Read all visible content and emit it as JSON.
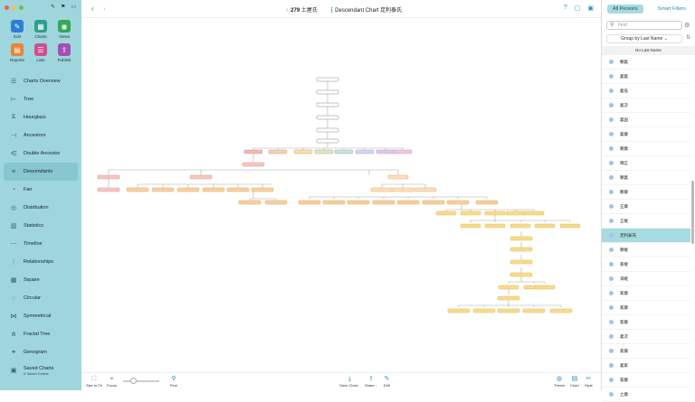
{
  "window": {
    "title": "Descendant Chart 足利泰氏"
  },
  "toolbar": {
    "back": "‹",
    "forward": "›",
    "person_count": "279",
    "person_name": "土屋氏",
    "chart_title": "Descendant Chart 足利泰氏"
  },
  "sidebar": {
    "tools": [
      {
        "label": "Edit",
        "color": "#2c7fd6",
        "icon": "pencil-icon"
      },
      {
        "label": "Charts",
        "color": "#2f9e8f",
        "icon": "charts-icon"
      },
      {
        "label": "Views",
        "color": "#34a853",
        "icon": "eye-icon"
      },
      {
        "label": "Reports",
        "color": "#e8843a",
        "icon": "reports-icon"
      },
      {
        "label": "Lists",
        "color": "#d04f8f",
        "icon": "lists-icon"
      },
      {
        "label": "Publish",
        "color": "#a04fb6",
        "icon": "publish-icon"
      }
    ],
    "items": [
      {
        "label": "Charts Overview",
        "icon": "overview-icon"
      },
      {
        "label": "Tree",
        "icon": "tree-icon"
      },
      {
        "label": "Hourglass",
        "icon": "hourglass-icon"
      },
      {
        "label": "Ancestors",
        "icon": "ancestors-icon"
      },
      {
        "label": "Double Ancestor",
        "icon": "double-ancestor-icon"
      },
      {
        "label": "Descendants",
        "icon": "descendants-icon",
        "active": true
      },
      {
        "label": "Fan",
        "icon": "fan-icon"
      },
      {
        "label": "Distribution",
        "icon": "distribution-icon"
      },
      {
        "label": "Statistics",
        "icon": "statistics-icon"
      },
      {
        "label": "Timeline",
        "icon": "timeline-icon"
      },
      {
        "label": "Relationships",
        "icon": "relationships-icon"
      },
      {
        "label": "Square",
        "icon": "square-icon"
      },
      {
        "label": "Circular",
        "icon": "circular-icon"
      },
      {
        "label": "Symmetrical",
        "icon": "symmetrical-icon"
      },
      {
        "label": "Fractal Tree",
        "icon": "fractal-tree-icon"
      },
      {
        "label": "Genogram",
        "icon": "genogram-icon"
      },
      {
        "label": "Saved Charts",
        "icon": "saved-charts-icon",
        "sub": "0 Saved Charts"
      }
    ]
  },
  "bottombar": {
    "size_to_fit": "Size to Fit",
    "focus": "Focus",
    "find": "Find",
    "save_chart": "Save Chart...",
    "share": "Share...",
    "edit": "Edit",
    "theme": "Theme",
    "chart": "Chart",
    "style": "Style"
  },
  "right_panel": {
    "tabs": {
      "all_persons": "All Persons",
      "smart_filters": "Smart Filters"
    },
    "find_placeholder": "Find",
    "group_by": "Group by Last Name ⌄",
    "section_header": "No Last Name",
    "persons": [
      "頼義",
      "義義",
      "義低",
      "義次",
      "義国",
      "義康",
      "頼康",
      "輝正",
      "頼義",
      "頼康",
      "正康",
      "正継",
      "足利泰氏",
      "頼継",
      "家継",
      "満継",
      "家康",
      "家康",
      "家康",
      "義次",
      "家康",
      "義家",
      "家康",
      "之康"
    ],
    "selected_index": 12
  },
  "colors": {
    "sidebar_bg": "#9fd6dd",
    "selection": "#a7dbe2",
    "accent": "#2a8fbf"
  }
}
